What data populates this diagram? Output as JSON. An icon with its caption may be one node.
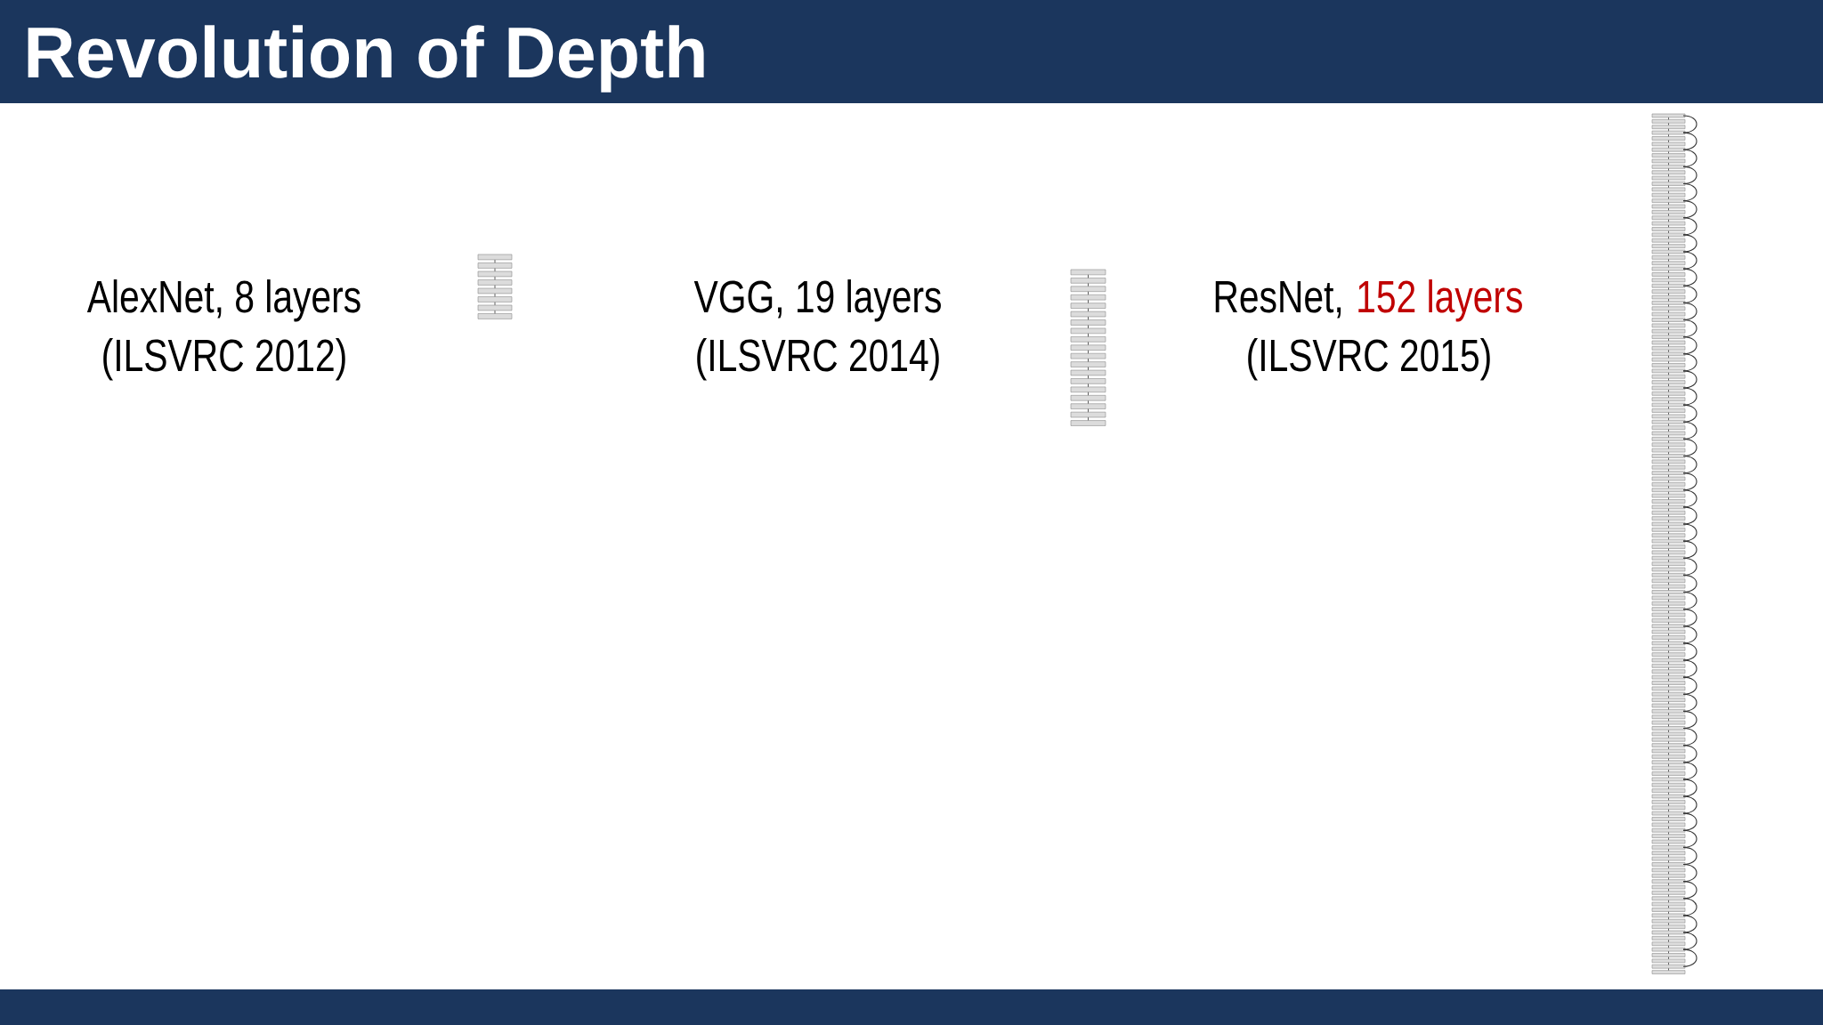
{
  "diagram": {
    "title": "Revolution of Depth",
    "labels": [
      "AlexNet, 8 layers",
      "(ILSVRC 2012)",
      "VGG, 19 layers",
      "(ILSVRC 2014)",
      "ResNet,",
      "152 layers",
      "(ILSVRC 2015)"
    ]
  }
}
